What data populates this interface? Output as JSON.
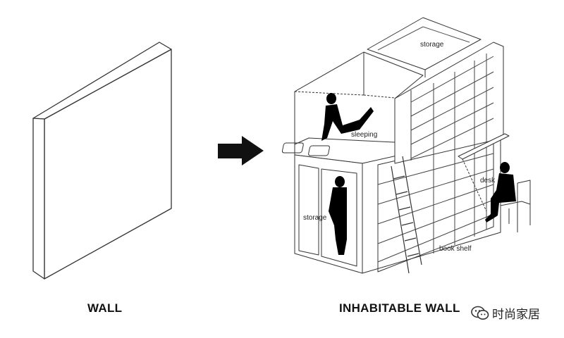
{
  "captions": {
    "left": "WALL",
    "right": "INHABITABLE WALL"
  },
  "labels": {
    "storage_top": "storage",
    "sleeping": "sleeping",
    "desk": "desk",
    "storage_left": "storage",
    "book_shelf": "book shelf"
  },
  "watermark": {
    "text": "时尚家居",
    "icon": "wechat-logo"
  },
  "colors": {
    "line": "#333333",
    "silhouette": "#000000",
    "background": "#ffffff"
  }
}
